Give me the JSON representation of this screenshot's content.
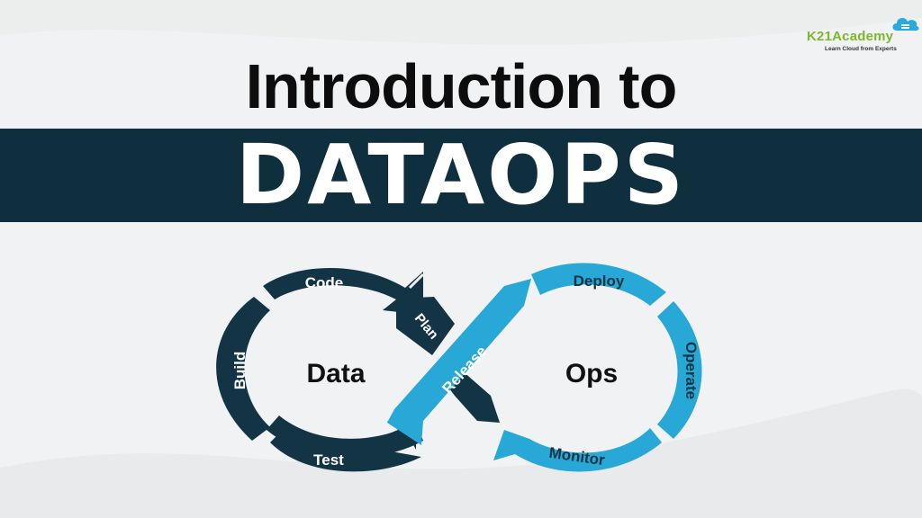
{
  "logo": {
    "name": "K21Academy",
    "tagline": "Learn Cloud from Experts"
  },
  "title": {
    "line1": "Introduction to",
    "line2": "DATAOPS"
  },
  "diagram": {
    "left_loop_label": "Data",
    "right_loop_label": "Ops",
    "stages": {
      "plan": "Plan",
      "code": "Code",
      "build": "Build",
      "test": "Test",
      "release": "Release",
      "deploy": "Deploy",
      "operate": "Operate",
      "monitor": "Monitor"
    }
  },
  "colors": {
    "dark": "#123444",
    "light_blue": "#27a8d6",
    "band": "#0f2f3f",
    "logo_green": "#7bb82a"
  }
}
